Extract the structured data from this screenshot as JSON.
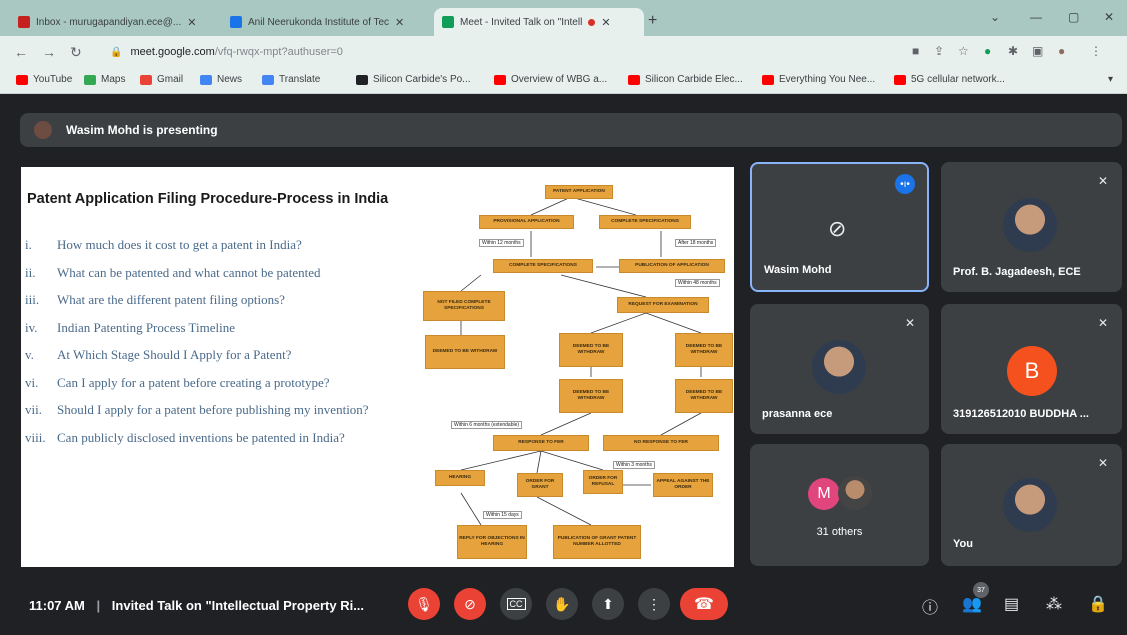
{
  "browser": {
    "tabs": [
      {
        "title": "Inbox - murugapandiyan.ece@...",
        "color": "#c5221f"
      },
      {
        "title": "Anil Neerukonda Institute of Tec",
        "color": "#1a73e8"
      },
      {
        "title": "Meet - Invited Talk on \"Intell",
        "color": "#0f9d58"
      }
    ],
    "url_host": "meet.google.com",
    "url_path": "/vfq-rwqx-mpt?authuser=0",
    "bookmarks": [
      {
        "label": "YouTube",
        "color": "#ff0000"
      },
      {
        "label": "Maps",
        "color": "#34a853"
      },
      {
        "label": "Gmail",
        "color": "#ea4335"
      },
      {
        "label": "News",
        "color": "#4285f4"
      },
      {
        "label": "Translate",
        "color": "#4285f4"
      },
      {
        "label": "Silicon Carbide's Po...",
        "color": "#202124"
      },
      {
        "label": "Overview of WBG a...",
        "color": "#ff0000"
      },
      {
        "label": "Silicon Carbide Elec...",
        "color": "#ff0000"
      },
      {
        "label": "Everything You Nee...",
        "color": "#ff0000"
      },
      {
        "label": "5G cellular network...",
        "color": "#ff0000"
      }
    ]
  },
  "meet": {
    "presenting_text": "Wasim Mohd is presenting",
    "slide": {
      "title": "Patent Application Filing Procedure-Process in India",
      "questions": [
        {
          "num": "i.",
          "text": "How much does it cost to get a patent in India?"
        },
        {
          "num": "ii.",
          "text": "What can be patented and what cannot be patented"
        },
        {
          "num": "iii.",
          "text": "What are the different patent filing options?"
        },
        {
          "num": "iv.",
          "text": "Indian Patenting Process Timeline"
        },
        {
          "num": "v.",
          "text": "At Which Stage Should I Apply for a Patent?"
        },
        {
          "num": "vi.",
          "text": "Can I apply for a patent before creating a prototype?"
        },
        {
          "num": "vii.",
          "text": "Should I apply for a patent before publishing my invention?"
        },
        {
          "num": "viii.",
          "text": "Can publicly disclosed inventions be patented in India?"
        }
      ],
      "flow": {
        "patent_application": "PATENT APPLICATION",
        "provisional": "PROVISIONAL APPLICATION",
        "complete_spec_top": "COMPLETE SPECIFICATIONS",
        "within_12": "Within 12 months",
        "after_18": "After 18 months",
        "complete_spec": "COMPLETE SPECIFICATIONS",
        "publication": "PUBLICATION OF APPLICATION",
        "within_48": "Within 48 months",
        "not_filed": "NOT FILED COMPLETE SPECIFICATIONS",
        "request_exam": "REQUEST FOR EXAMINATION",
        "deemed1": "DEEMED TO BE WITHDRAW",
        "deemed2": "DEEMED TO BE WITHDRAW",
        "deemed3": "DEEMED TO BE WITHDRAW",
        "deemed4": "DEEMED TO BE WITHDRAW",
        "deemed5": "DEEMED TO BE WITHDRAW",
        "within_6": "Within 6 months (extendable)",
        "response_fer": "RESPONSE TO FER",
        "no_response": "NO RESPONSE TO FER",
        "within_3": "Within 3 months",
        "hearing": "HEARING",
        "order_grant": "ORDER FOR GRANT",
        "order_refusal": "ORDER FOR REFUSAL",
        "appeal": "APPEAL AGAINST THE ORDER",
        "within_15": "Within 15 days",
        "reply": "REPLY FOR OBJECTIONS IN HEARING",
        "publication_grant": "PUBLICATION OF GRANT PATENT NUMBER ALLOTTED"
      }
    },
    "participants": [
      {
        "name": "Wasim Mohd"
      },
      {
        "name": "Prof. B. Jagadeesh, ECE"
      },
      {
        "name": "prasanna ece"
      },
      {
        "name": "319126512010 BUDDHA ...",
        "initial": "B"
      },
      {
        "name": "31 others",
        "initial": "M"
      },
      {
        "name": "You"
      }
    ],
    "bottom": {
      "time": "11:07 AM",
      "separator": "|",
      "meeting_title": "Invited Talk on \"Intellectual Property Ri...",
      "people_count": "37"
    }
  }
}
